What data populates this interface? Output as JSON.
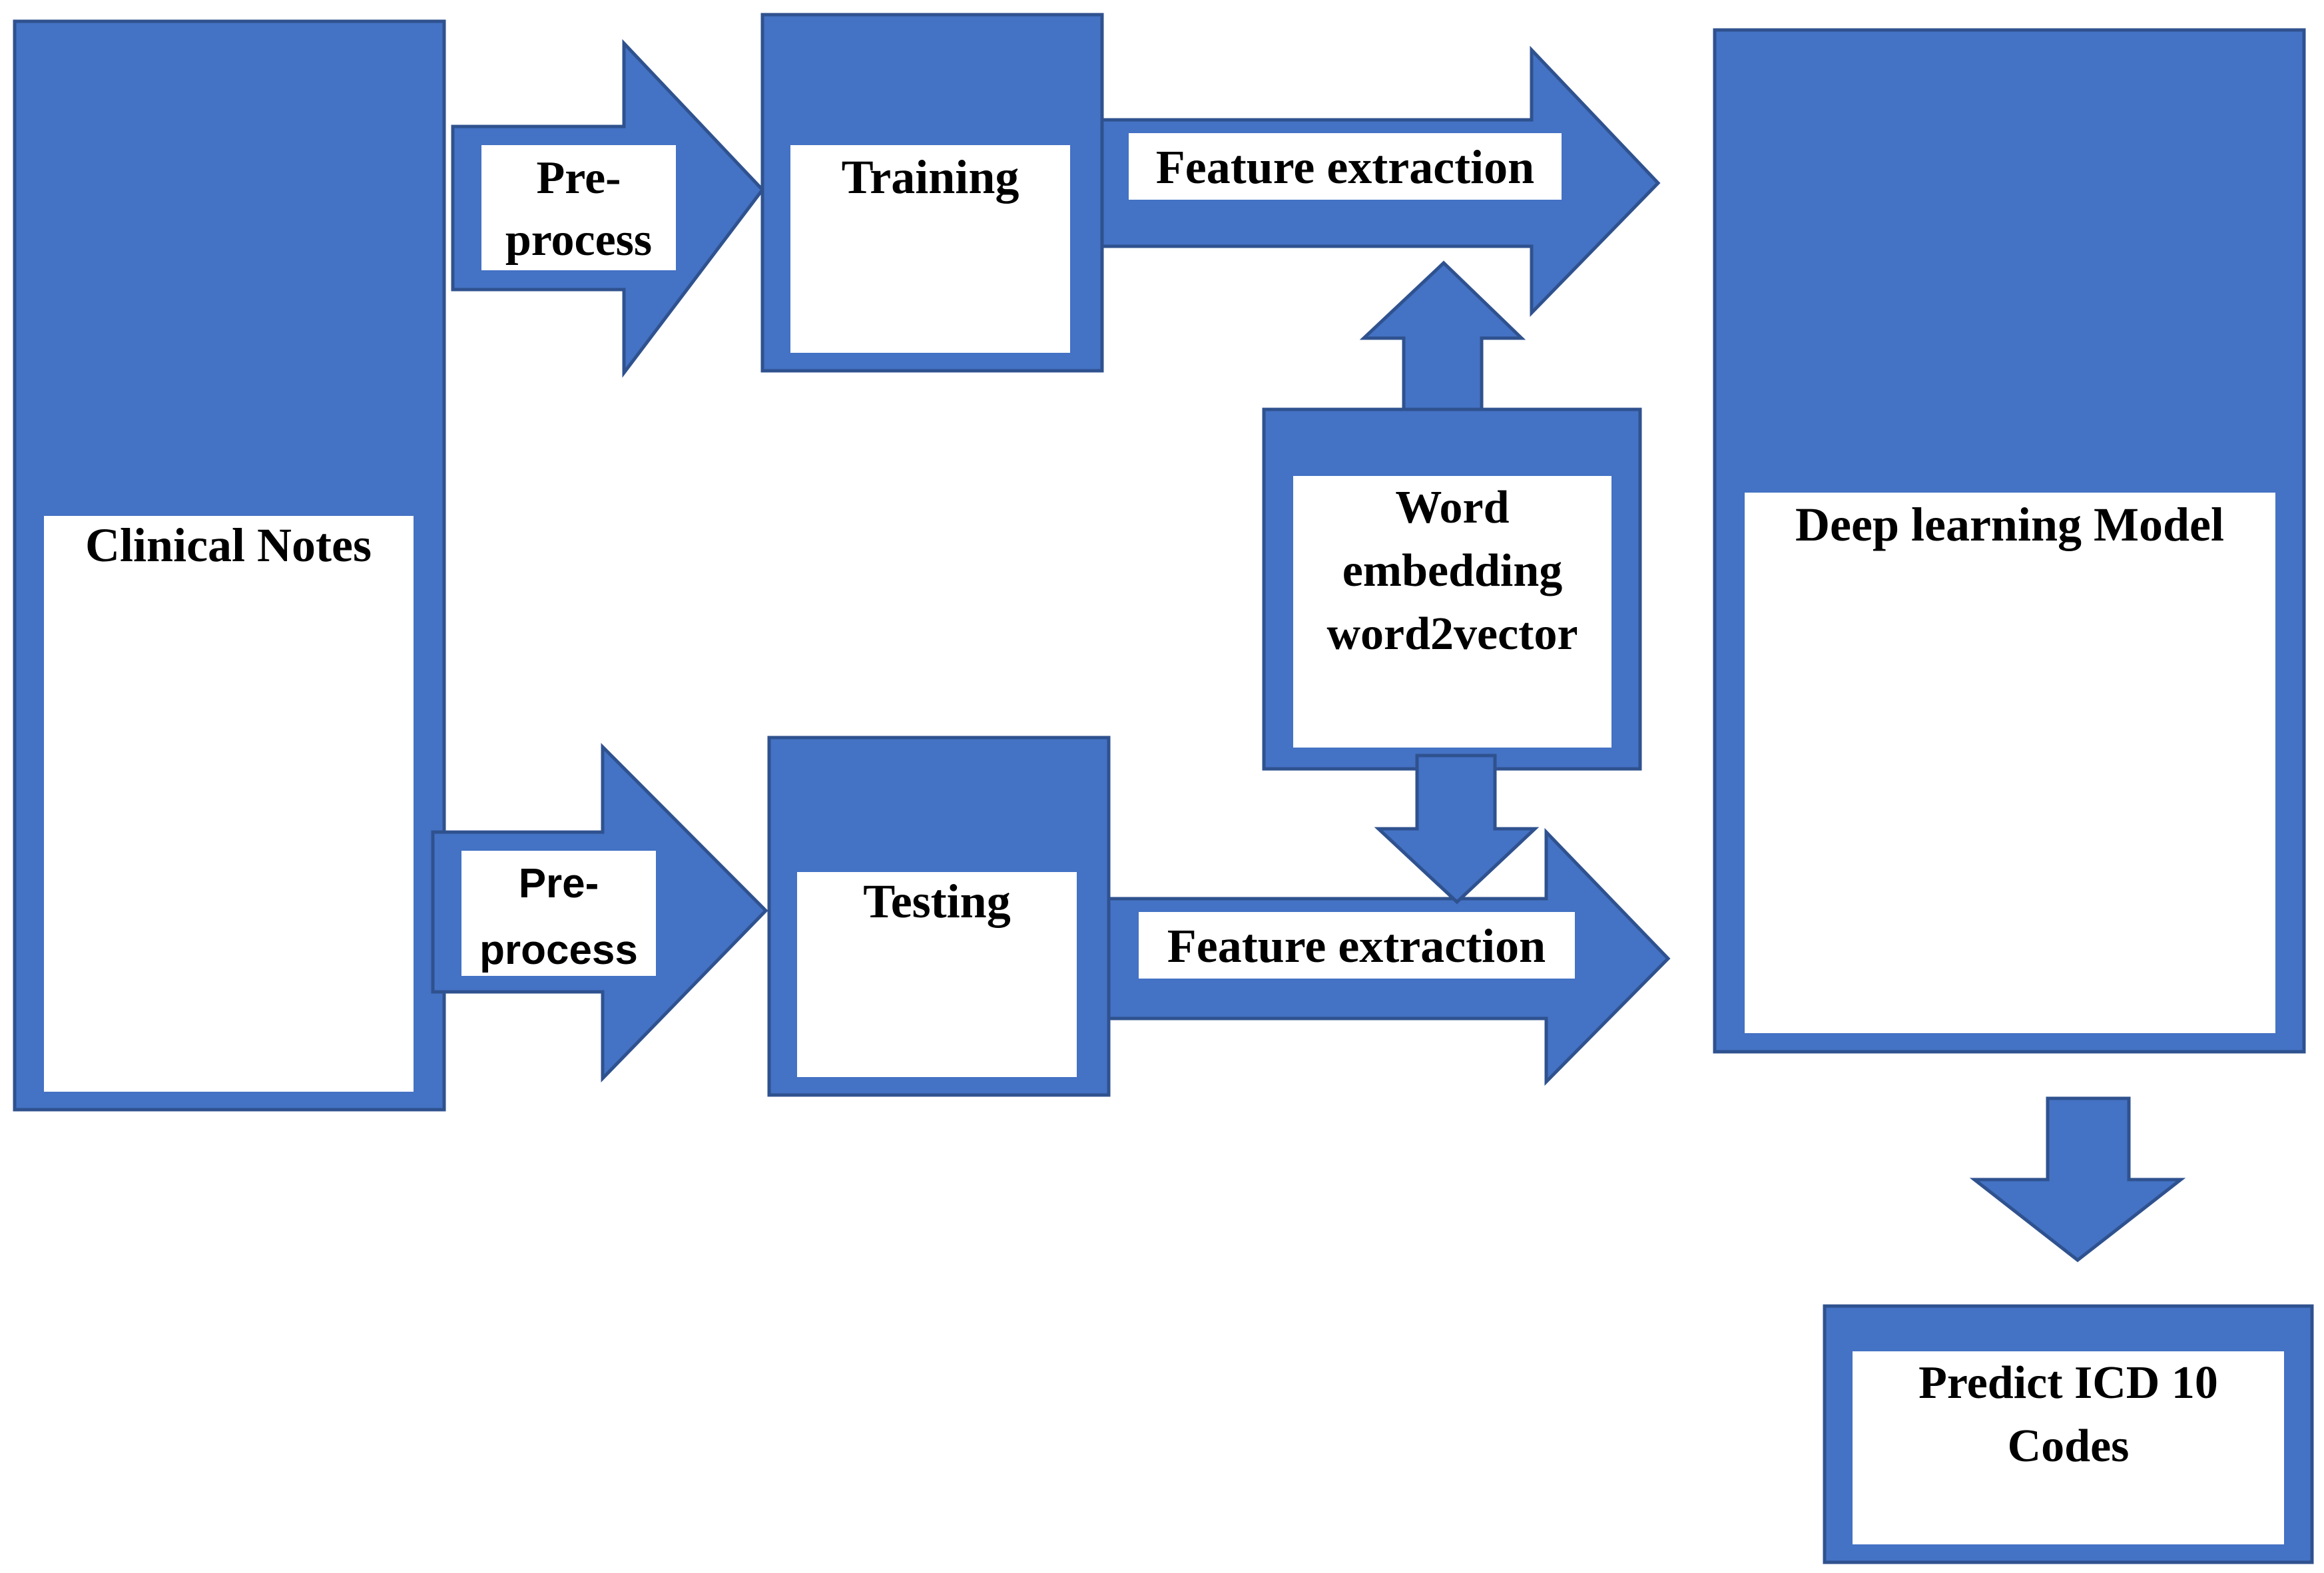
{
  "colors": {
    "box_fill": "#4472c4",
    "box_stroke": "#2f528f",
    "inner_fill": "#ffffff",
    "text": "#000000"
  },
  "nodes": {
    "clinical_notes": "Clinical Notes",
    "preprocess_top": [
      "Pre-",
      "process"
    ],
    "preprocess_bottom": [
      "Pre-",
      "process"
    ],
    "training": "Training",
    "testing": "Testing",
    "feature_extraction_top": "Feature extraction",
    "feature_extraction_bottom": "Feature extraction",
    "word_embedding": [
      "Word",
      "embedding",
      "word2vector"
    ],
    "deep_learning_model": "Deep learning Model",
    "predict_icd": [
      "Predict ICD 10",
      "Codes"
    ]
  }
}
